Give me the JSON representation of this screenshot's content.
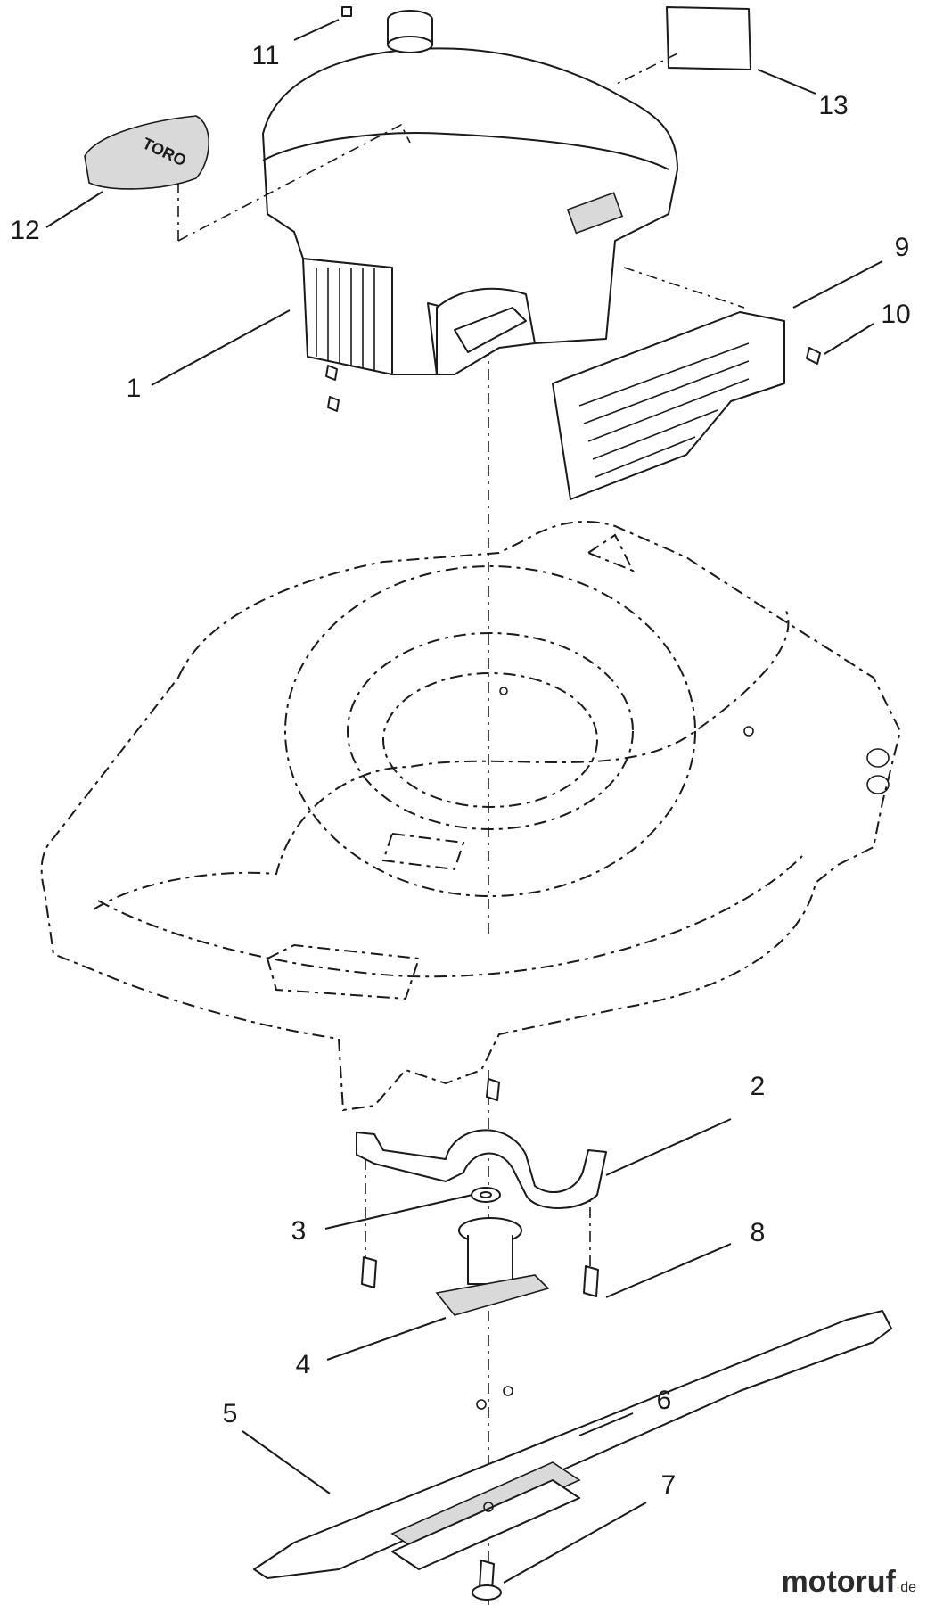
{
  "callouts": [
    "1",
    "2",
    "3",
    "4",
    "5",
    "6",
    "7",
    "8",
    "9",
    "10",
    "11",
    "12",
    "13"
  ],
  "decal": {
    "brand": "TORO"
  },
  "watermark": {
    "name": "motoruf",
    "dot": "·",
    "tld": "de"
  }
}
